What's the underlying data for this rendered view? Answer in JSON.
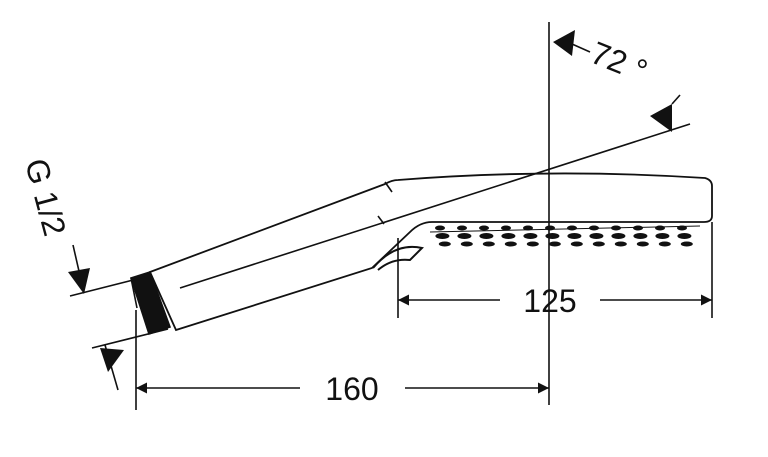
{
  "dimensions": {
    "head_length": "125",
    "total_length": "160",
    "angle": "72 °",
    "thread": "G 1/2"
  },
  "colors": {
    "line": "#111111",
    "background": "#ffffff"
  }
}
